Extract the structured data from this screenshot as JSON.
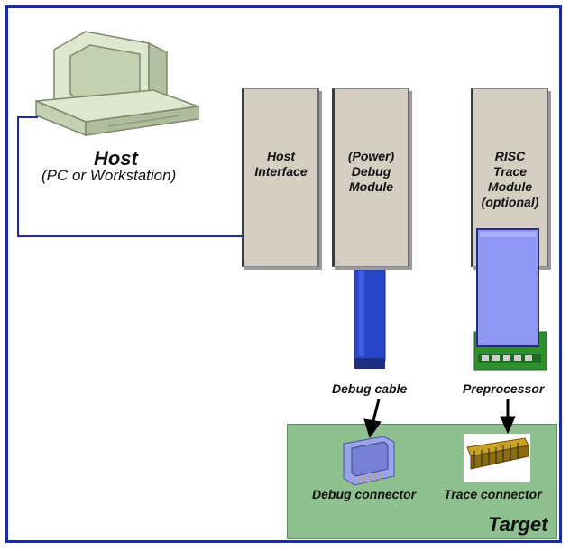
{
  "host": {
    "title": "Host",
    "subtitle": "(PC or Workstation)"
  },
  "modules": {
    "host_interface": [
      "Host",
      "Interface"
    ],
    "debug_module": [
      "(Power)",
      "Debug",
      "Module"
    ],
    "risc_trace": [
      "RISC",
      "Trace",
      "Module",
      "(optional)"
    ]
  },
  "labels": {
    "debug_cable": "Debug cable",
    "preprocessor": "Preprocessor",
    "debug_connector": "Debug connector",
    "trace_connector": "Trace connector",
    "target": "Target"
  },
  "colors": {
    "frame": "#1a2aa0",
    "target_bg": "#8fc08f",
    "module_bg": "#d4cfc2",
    "debug_cable": "#2a46c8",
    "trace_cable": "#8f98f2",
    "preprocessor_board": "#2f8f2f",
    "host_computer": "#d4dcc4"
  }
}
